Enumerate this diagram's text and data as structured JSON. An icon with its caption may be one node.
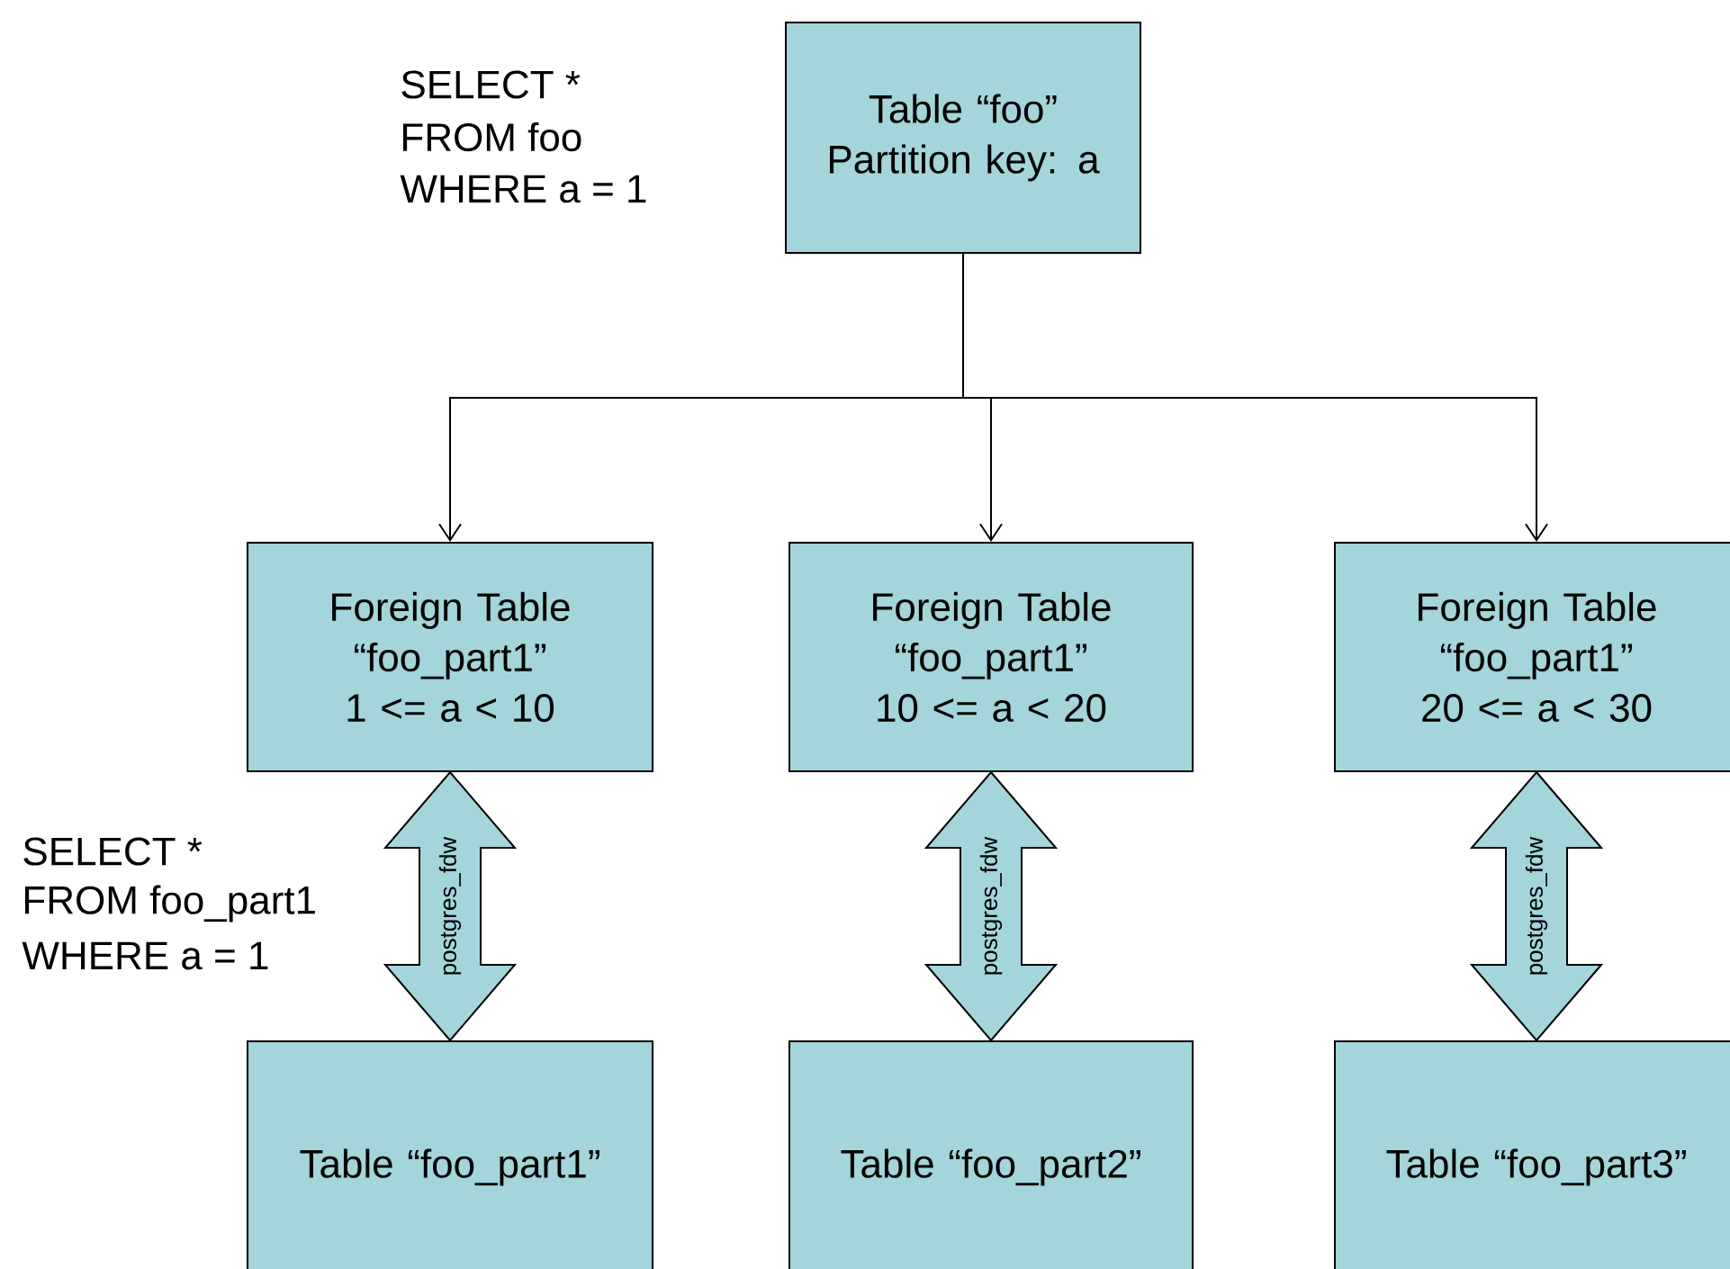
{
  "diagram": {
    "nodes": [
      {
        "text": [
          "Table “foo”",
          "Partition key: a"
        ]
      },
      {
        "text": [
          "Foreign Table “foo_part1”",
          "1 <= a < 10"
        ]
      },
      {
        "text": [
          "Foreign Table “foo_part1”",
          "10 <= a < 20"
        ]
      },
      {
        "text": [
          "Foreign Table “foo_part1”",
          "20 <= a < 30"
        ]
      },
      {
        "text": [
          "Table “foo_part1”"
        ]
      },
      {
        "text": [
          "Table “foo_part2”"
        ]
      },
      {
        "text": [
          "Table “foo_part3”"
        ]
      }
    ],
    "edges": [
      {
        "from": 0,
        "to": 1,
        "arrow": "to"
      },
      {
        "from": 0,
        "to": 2,
        "arrow": "to"
      },
      {
        "from": 0,
        "to": 3,
        "arrow": "to"
      },
      {
        "from": 1,
        "to": 4,
        "arrow": "both",
        "label": "postgres_fdw",
        "style": "thick"
      },
      {
        "from": 2,
        "to": 5,
        "arrow": "both",
        "label": "postgres_fdw",
        "style": "thick"
      },
      {
        "from": 3,
        "to": 6,
        "arrow": "both",
        "label": "postgres_fdw",
        "style": "thick"
      }
    ],
    "labels": [
      "SELECT *",
      "FROM foo",
      "WHERE a = 1",
      "SELECT *",
      "FROM foo_part1",
      "WHERE a = 1"
    ]
  }
}
